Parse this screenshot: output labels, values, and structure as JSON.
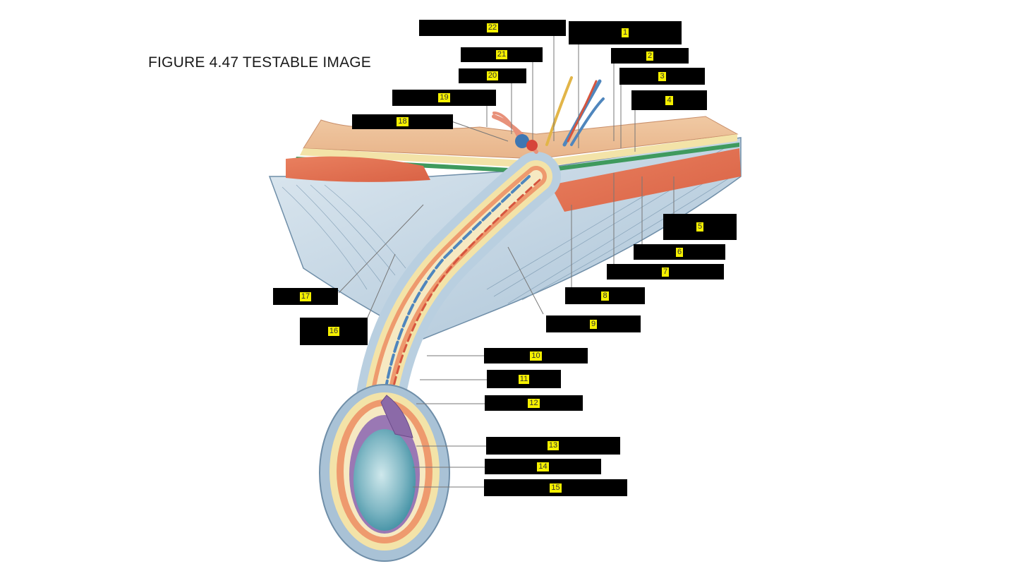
{
  "title": "FIGURE 4.47 TESTABLE IMAGE",
  "labels": [
    "1",
    "2",
    "3",
    "4",
    "5",
    "6",
    "7",
    "8",
    "9",
    "10",
    "11",
    "12",
    "13",
    "14",
    "15",
    "16",
    "17",
    "18",
    "19",
    "20",
    "21",
    "22"
  ]
}
